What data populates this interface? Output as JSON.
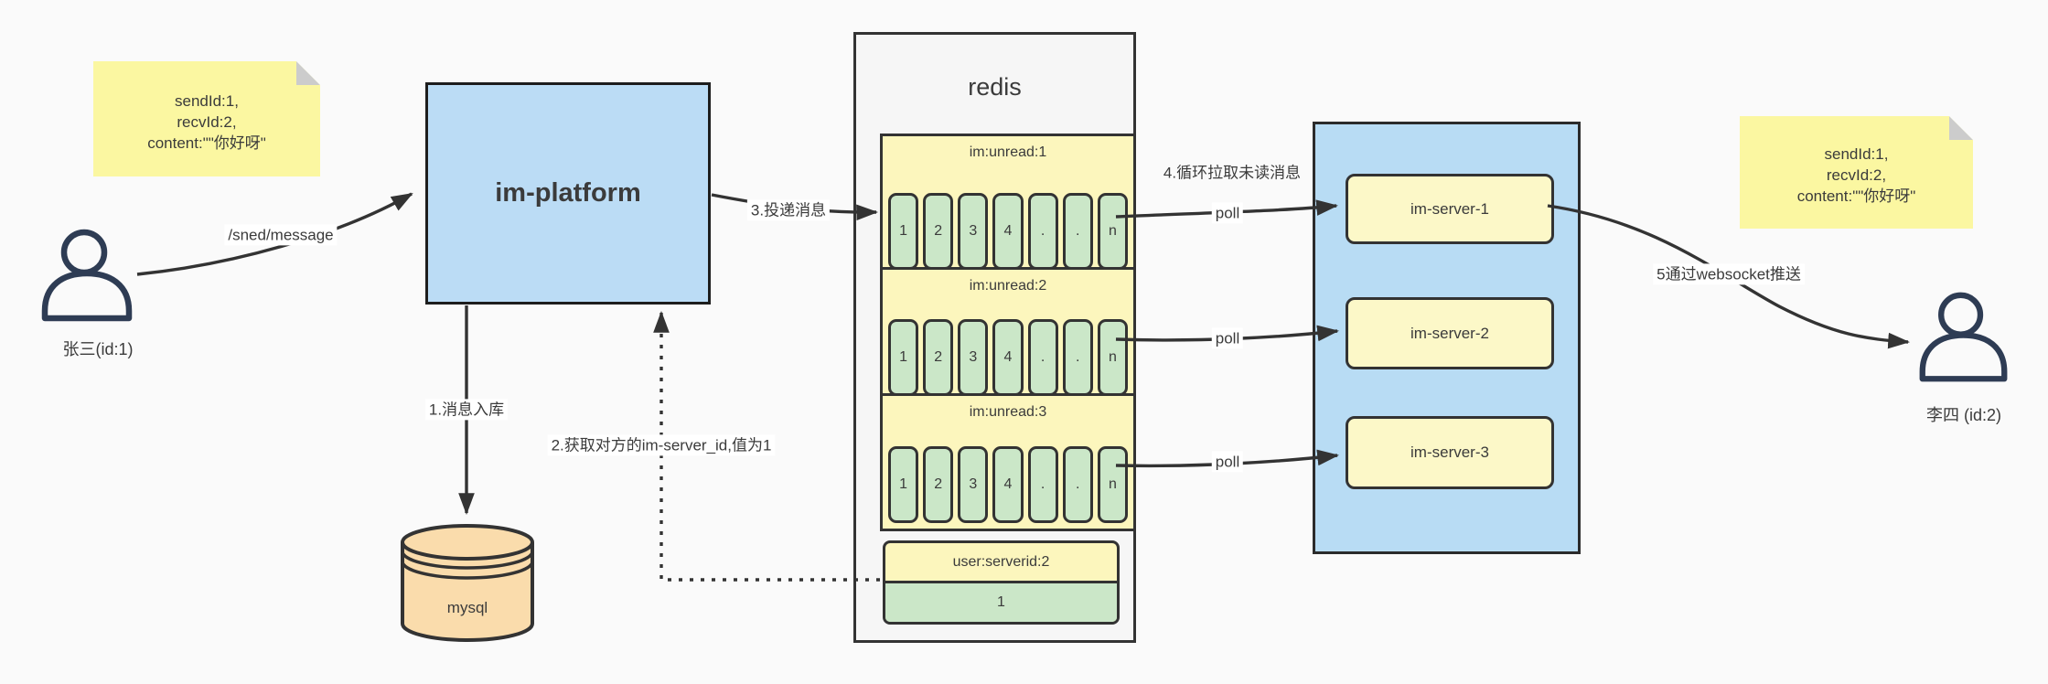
{
  "page": {
    "background": "#fafafa"
  },
  "colors": {
    "line": "#333333",
    "blue_fill": "#bbdcf5",
    "yellow_fill": "#fcf6bd",
    "green_fill": "#cbe7c8",
    "peach_fill": "#fadcac",
    "sticky_fill": "#fbf7a1",
    "panel_fill": "#f6f6f6",
    "text": "#3b3b3b",
    "person": "#2e3c54"
  },
  "actors": {
    "sender": {
      "label": "张三(id:1)"
    },
    "receiver": {
      "label": "李四 (id:2)"
    }
  },
  "notes": {
    "left": {
      "lines": [
        "sendId:1,",
        "recvId:2,",
        "content:\"\"你好呀\""
      ]
    },
    "right": {
      "lines": [
        "sendId:1,",
        "recvId:2,",
        "content:\"\"你好呀\""
      ]
    }
  },
  "platform": {
    "label": "im-platform"
  },
  "database": {
    "label": "mysql"
  },
  "redis": {
    "title": "redis",
    "queues": [
      {
        "title": "im:unread:1",
        "cells": [
          "1",
          "2",
          "3",
          "4",
          ".",
          ".",
          "n"
        ]
      },
      {
        "title": "im:unread:2",
        "cells": [
          "1",
          "2",
          "3",
          "4",
          ".",
          ".",
          "n"
        ]
      },
      {
        "title": "im:unread:3",
        "cells": [
          "1",
          "2",
          "3",
          "4",
          ".",
          ".",
          "n"
        ]
      }
    ],
    "kv": {
      "title": "user:serverid:2",
      "value": "1"
    }
  },
  "servers": {
    "items": [
      {
        "label": "im-server-1"
      },
      {
        "label": "im-server-2"
      },
      {
        "label": "im-server-3"
      }
    ]
  },
  "edges": {
    "send": "/sned/message",
    "step1": "1.消息入库",
    "step2": "2.获取对方的im-server_id,值为1",
    "step3": "3.投递消息",
    "step4": "4.循环拉取未读消息",
    "poll": "poll",
    "step5": "5通过websocket推送"
  }
}
